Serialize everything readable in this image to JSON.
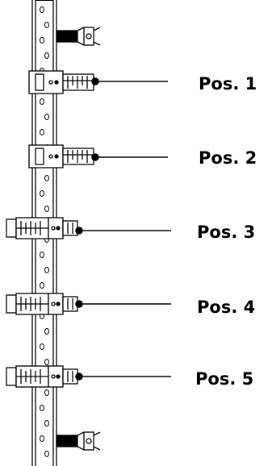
{
  "positions": [
    {
      "label": "Pos. 1"
    },
    {
      "label": "Pos. 2"
    },
    {
      "label": "Pos. 3"
    },
    {
      "label": "Pos. 4"
    },
    {
      "label": "Pos. 5"
    }
  ],
  "colors": {
    "line": "#000000",
    "background": "#ffffff"
  }
}
